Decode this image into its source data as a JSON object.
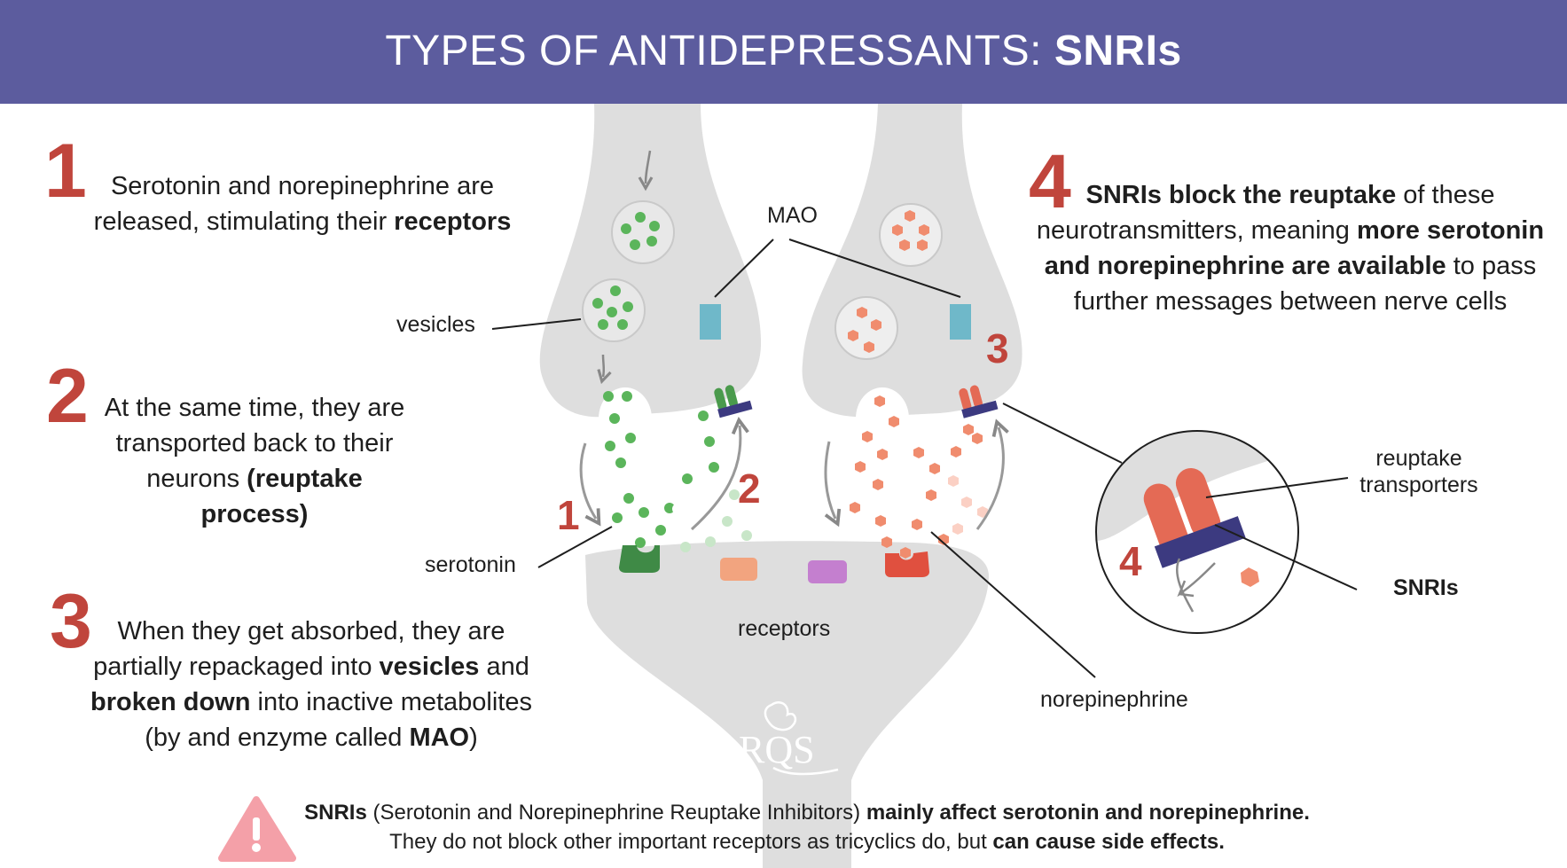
{
  "header": {
    "title_plain": "TYPES OF ANTIDEPRESSANTS: ",
    "title_bold": "SNRIs"
  },
  "steps": [
    {
      "number": "1",
      "line1": "Serotonin and norepinephrine are",
      "line2_plain": "released, stimulating their ",
      "line2_bold": "receptors"
    },
    {
      "number": "2",
      "line1": "At the same time, they are",
      "line2": "transported back to their",
      "line3_plain": "neurons ",
      "line3_bold": "(reuptake process)"
    },
    {
      "number": "3",
      "line1": "When they get absorbed, they are",
      "line2_plain_a": "partially repackaged into ",
      "line2_bold": "vesicles",
      "line2_plain_b": " and",
      "line3_bold": "broken down",
      "line3_plain": " into inactive metabolites",
      "line4_plain": "(by and enzyme called ",
      "line4_bold": "MAO",
      "line4_end": ")"
    },
    {
      "number": "4",
      "line1_bold": "SNRIs block the reuptake",
      "line1_plain": " of these",
      "line2_plain": "neurotransmitters, meaning ",
      "line2_bold": "more serotonin",
      "line3_bold": "and norepinephrine are available",
      "line3_plain": " to pass",
      "line4": "further messages between nerve cells"
    }
  ],
  "labels": {
    "vesicles": "vesicles",
    "mao": "MAO",
    "serotonin": "serotonin",
    "receptors": "receptors",
    "norepinephrine": "norepinephrine",
    "reuptake_line1": "reuptake",
    "reuptake_line2": "transporters",
    "snris": "SNRIs"
  },
  "diagram_numbers": {
    "left_1": "1",
    "left_2": "2",
    "right_3": "3",
    "inset_4": "4"
  },
  "logo_text": "RQS",
  "footer": {
    "line1_bold_a": "SNRIs",
    "line1_plain": " (Serotonin and Norepinephrine Reuptake Inhibitors) ",
    "line1_bold_b": "mainly affect serotonin and norepinephrine.",
    "line2_plain": "They do not block other important receptors as tricyclics do, but ",
    "line2_bold": "can cause side effects."
  },
  "colors": {
    "header_bg": "#5c5c9e",
    "accent_red": "#c0453c",
    "serotonin_green": "#5bb55b",
    "norepinephrine_orange": "#f08c6e",
    "neuron_gray": "#dcdcdc",
    "mao_blue": "#6fb8c9",
    "transporter_navy": "#3c3a80",
    "warning_pink": "#f4a0a8"
  }
}
